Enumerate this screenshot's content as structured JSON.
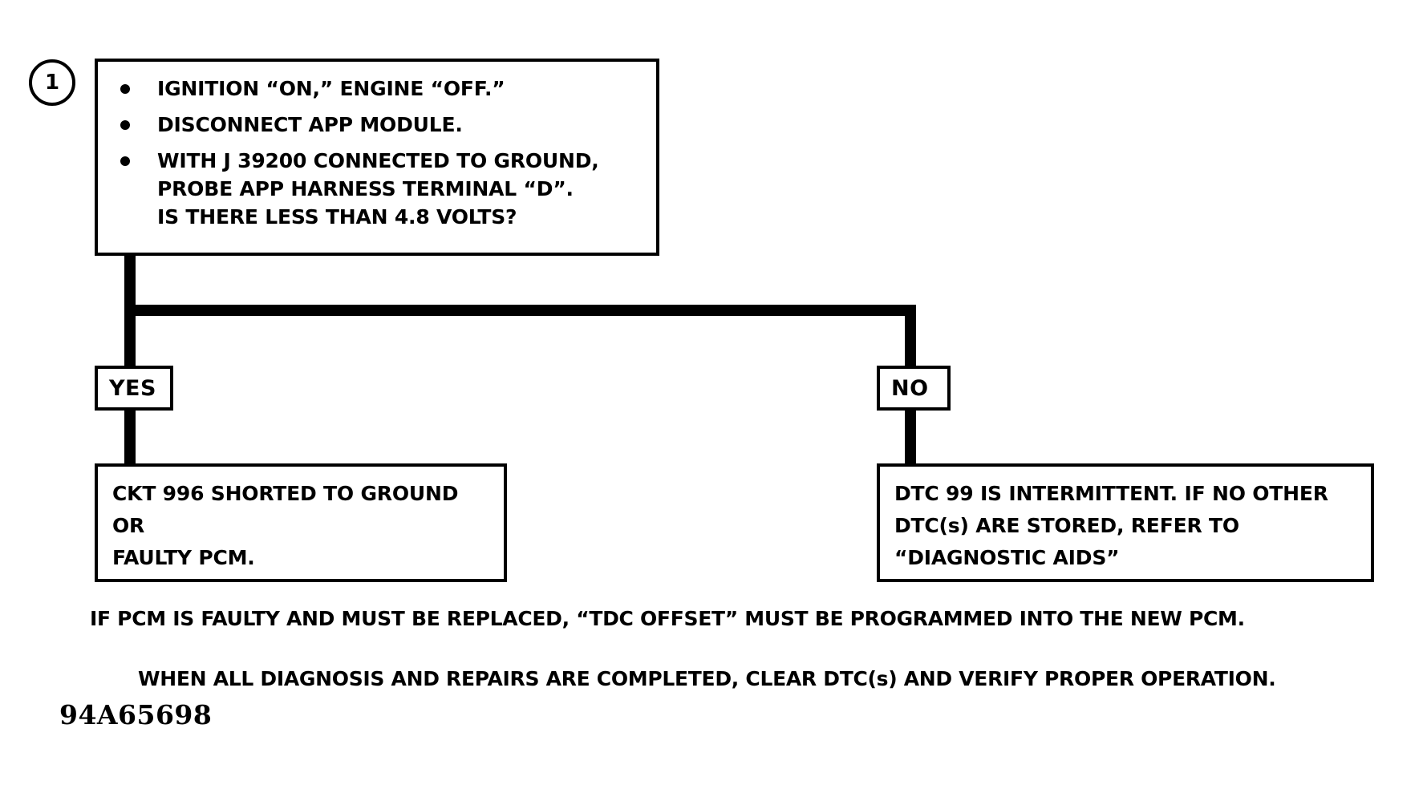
{
  "document": {
    "id_code": "94A65698",
    "type": "diagnostic-flow-chart"
  },
  "step": {
    "number": "1",
    "box": {
      "bullets": [
        "IGNITION “ON,” ENGINE “OFF.”",
        "DISCONNECT APP MODULE.",
        "WITH J 39200 CONNECTED TO GROUND,\nPROBE APP HARNESS TERMINAL “D”.\nIS THERE LESS THAN 4.8 VOLTS?"
      ]
    }
  },
  "branches": {
    "yes": {
      "label": "YES",
      "result": "CKT 996 SHORTED TO GROUND\nOR\nFAULTY PCM."
    },
    "no": {
      "label": "NO",
      "result": "DTC 99 IS INTERMITTENT.  IF NO OTHER\nDTC(s) ARE STORED, REFER TO\n“DIAGNOSTIC AIDS”"
    }
  },
  "footer": {
    "note_1": "IF PCM IS FAULTY AND MUST BE REPLACED, “TDC OFFSET” MUST BE PROGRAMMED INTO THE NEW PCM.",
    "note_2": "WHEN ALL DIAGNOSIS AND REPAIRS ARE COMPLETED, CLEAR DTC(s) AND VERIFY PROPER OPERATION."
  },
  "colors": {
    "ink": "#000000",
    "paper": "#ffffff"
  }
}
